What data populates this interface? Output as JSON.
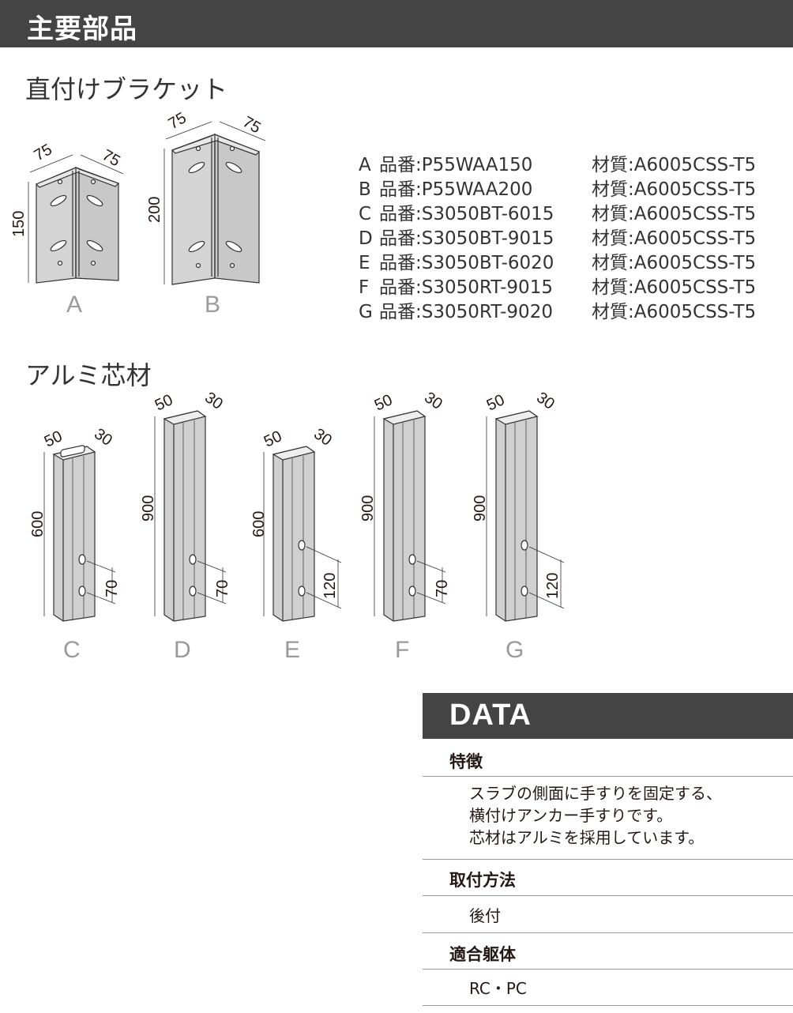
{
  "header": {
    "title": "主要部品"
  },
  "brackets": {
    "heading": "直付けブラケット",
    "A": {
      "label": "A",
      "dim_w1": "75",
      "dim_w2": "75",
      "dim_h": "150"
    },
    "B": {
      "label": "B",
      "dim_w1": "75",
      "dim_w2": "75",
      "dim_h": "200"
    }
  },
  "specs": [
    {
      "letter": "A",
      "part_no": "品番:P55WAA150",
      "material": "材質:A6005CSS-T5"
    },
    {
      "letter": "B",
      "part_no": "品番:P55WAA200",
      "material": "材質:A6005CSS-T5"
    },
    {
      "letter": "C",
      "part_no": "品番:S3050BT-6015",
      "material": "材質:A6005CSS-T5"
    },
    {
      "letter": "D",
      "part_no": "品番:S3050BT-9015",
      "material": "材質:A6005CSS-T5"
    },
    {
      "letter": "E",
      "part_no": "品番:S3050BT-6020",
      "material": "材質:A6005CSS-T5"
    },
    {
      "letter": "F",
      "part_no": "品番:S3050RT-9015",
      "material": "材質:A6005CSS-T5"
    },
    {
      "letter": "G",
      "part_no": "品番:S3050RT-9020",
      "material": "材質:A6005CSS-T5"
    }
  ],
  "cores": {
    "heading": "アルミ芯材",
    "items": [
      {
        "label": "C",
        "w": "50",
        "d": "30",
        "h": "600",
        "pitch": "70"
      },
      {
        "label": "D",
        "w": "50",
        "d": "30",
        "h": "900",
        "pitch": "70"
      },
      {
        "label": "E",
        "w": "50",
        "d": "30",
        "h": "600",
        "pitch": "120"
      },
      {
        "label": "F",
        "w": "50",
        "d": "30",
        "h": "900",
        "pitch": "70"
      },
      {
        "label": "G",
        "w": "50",
        "d": "30",
        "h": "900",
        "pitch": "120"
      }
    ]
  },
  "data": {
    "title": "DATA",
    "features_heading": "特徴",
    "features_lines": [
      "スラブの側面に手すりを固定する、",
      "横付けアンカー手すりです。",
      "芯材はアルミを採用しています。"
    ],
    "mounting_heading": "取付方法",
    "mounting_value": "後付",
    "structure_heading": "適合躯体",
    "structure_value": "RC・PC"
  },
  "colors": {
    "banner": "#444444",
    "part_fill": "#d6d6d6",
    "part_face": "#bdbdbd",
    "line": "#333333"
  }
}
